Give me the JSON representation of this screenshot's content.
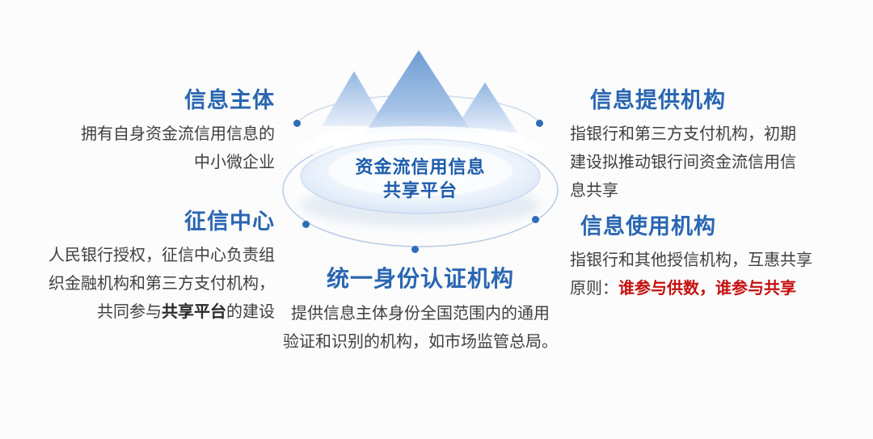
{
  "canvas": {
    "background": "#fcfcfd"
  },
  "colors": {
    "heading_blue": "#2a66b1",
    "center_blue": "#1d5cab",
    "accent_red": "#c40f0f",
    "dot_blue": "#2e6db8",
    "body_text": "#3f3f3f"
  },
  "center": {
    "title": "资金流信用信息\n共享平台"
  },
  "nodes": {
    "info_subject": {
      "title": "信息主体",
      "body": "拥有自身资金流信用信息的\n中小微企业"
    },
    "credit_center": {
      "title": "征信中心",
      "body_pre": "人民银行授权，征信中心负责组\n织金融机构和第三方支付机构，\n共同参与",
      "body_bold": "共享平台",
      "body_post": "的建设"
    },
    "identity_authority": {
      "title": "统一身份认证机构",
      "body": "提供信息主体身份全国范围内的通用\n验证和识别的机构，如市场监管总局。"
    },
    "info_provider": {
      "title": "信息提供机构",
      "body": "指银行和第三方支付机构，初期\n建设拟推动银行间资金流信用信\n息共享"
    },
    "info_user": {
      "title": "信息使用机构",
      "body_black": "指银行和其他授信机构，互惠共享\n原则：",
      "body_red": "谁参与供数，谁参与共享"
    }
  }
}
